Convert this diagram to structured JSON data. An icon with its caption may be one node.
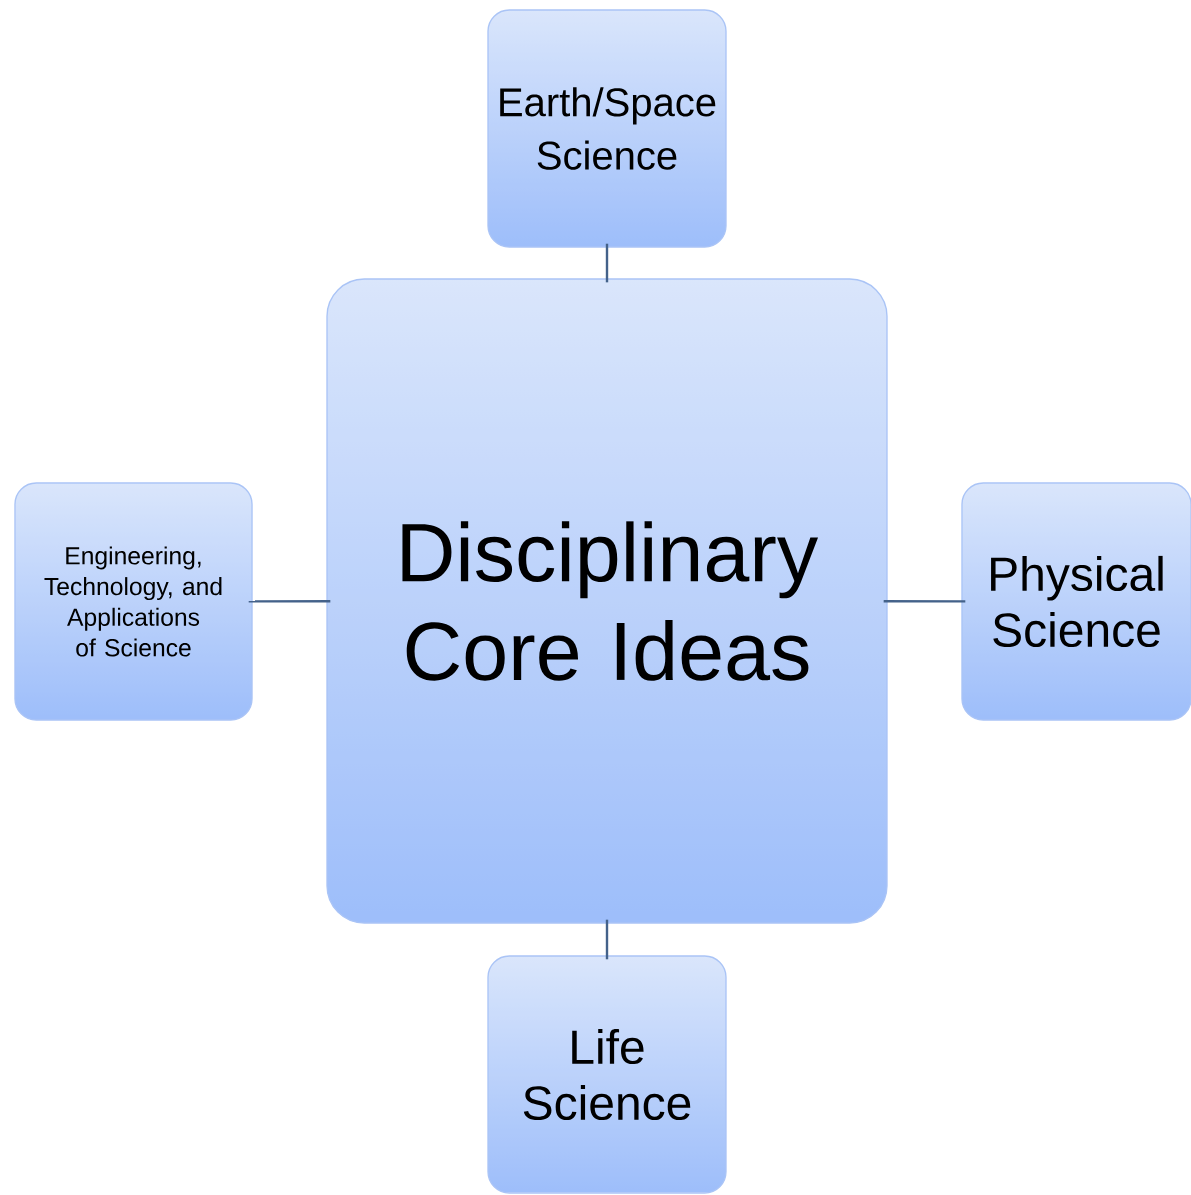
{
  "diagram": {
    "nodes": [
      {
        "text": [
          "Earth/Space Science"
        ]
      },
      {
        "text": [
          "Engineering, Technology, and Applications of Science"
        ]
      },
      {
        "text": [
          "Disciplinary Core Ideas"
        ]
      },
      {
        "text": [
          "Physical Science"
        ]
      },
      {
        "text": [
          "Life Science"
        ]
      }
    ],
    "edges": [
      {
        "from": 2,
        "to": 0,
        "arrow": "none"
      },
      {
        "from": 2,
        "to": 1,
        "arrow": "none"
      },
      {
        "from": 2,
        "to": 3,
        "arrow": "none"
      },
      {
        "from": 2,
        "to": 4,
        "arrow": "none"
      }
    ]
  }
}
